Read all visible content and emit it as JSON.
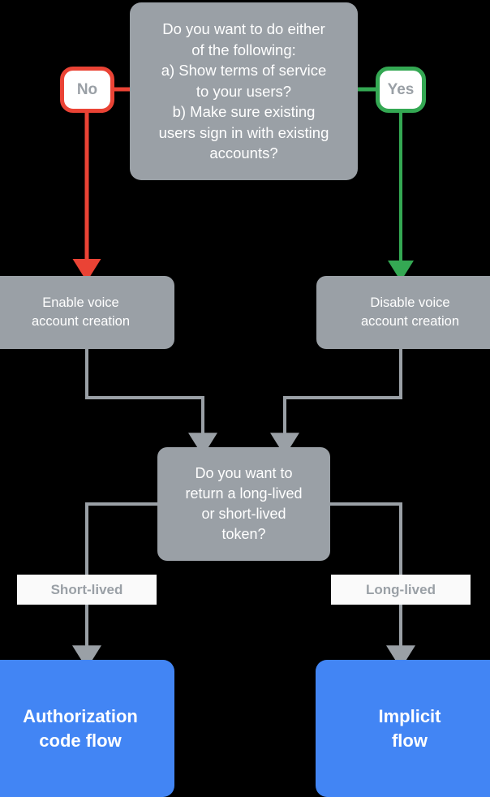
{
  "diagram": {
    "title": "Voice account creation and token flow decision chart",
    "colors": {
      "node_gray": "#9aa0a6",
      "node_blue": "#4285f4",
      "no_red": "#ea4335",
      "yes_green": "#34a853",
      "connector_gray": "#9aa0a6",
      "label_background": "#fafafa",
      "canvas": "#000000"
    },
    "nodes": {
      "question_top": "Do you want to do either\nof the following:\na) Show terms of service\nto your users?\nb) Make sure existing\nusers sign in with existing\naccounts?",
      "pill_no": "No",
      "pill_yes": "Yes",
      "box_enable": "Enable voice\naccount creation",
      "box_disable": "Disable voice\naccount creation",
      "question_token": "Do you want to\nreturn a long-lived\nor short-lived\ntoken?",
      "box_authorization_code_flow": "Authorization\ncode flow",
      "box_implicit_flow": "Implicit\nflow"
    },
    "edge_labels": {
      "short_lived": "Short-lived",
      "long_lived": "Long-lived"
    }
  }
}
